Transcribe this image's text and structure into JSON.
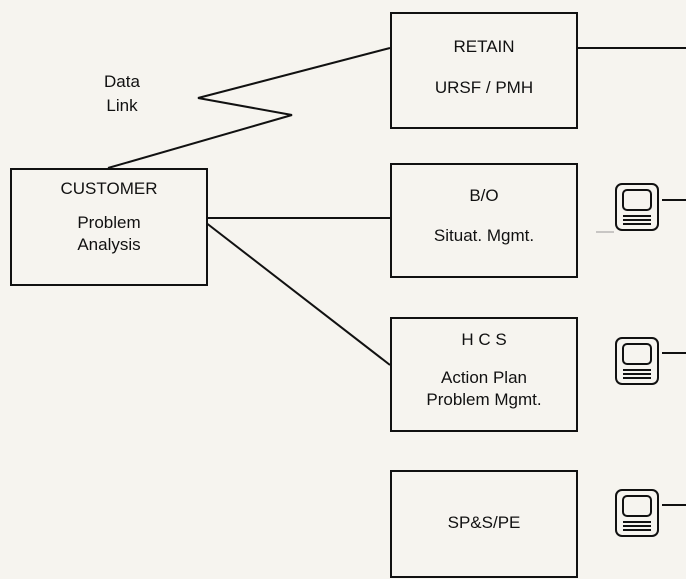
{
  "data_link": {
    "line1": "Data",
    "line2": "Link"
  },
  "customer": {
    "title": "CUSTOMER",
    "line1": "Problem",
    "line2": "Analysis"
  },
  "retain": {
    "title": "RETAIN",
    "line1": "URSF / PMH"
  },
  "bo": {
    "title": "B/O",
    "line1": "Situat. Mgmt."
  },
  "hcs": {
    "title": "H C S",
    "line1": "Action Plan",
    "line2": "Problem Mgmt."
  },
  "spse": {
    "title": "SP&S/PE"
  },
  "icons": {
    "terminal": "computer-terminal-icon"
  },
  "colors": {
    "ink": "#111111",
    "paper": "#f6f4ef"
  }
}
